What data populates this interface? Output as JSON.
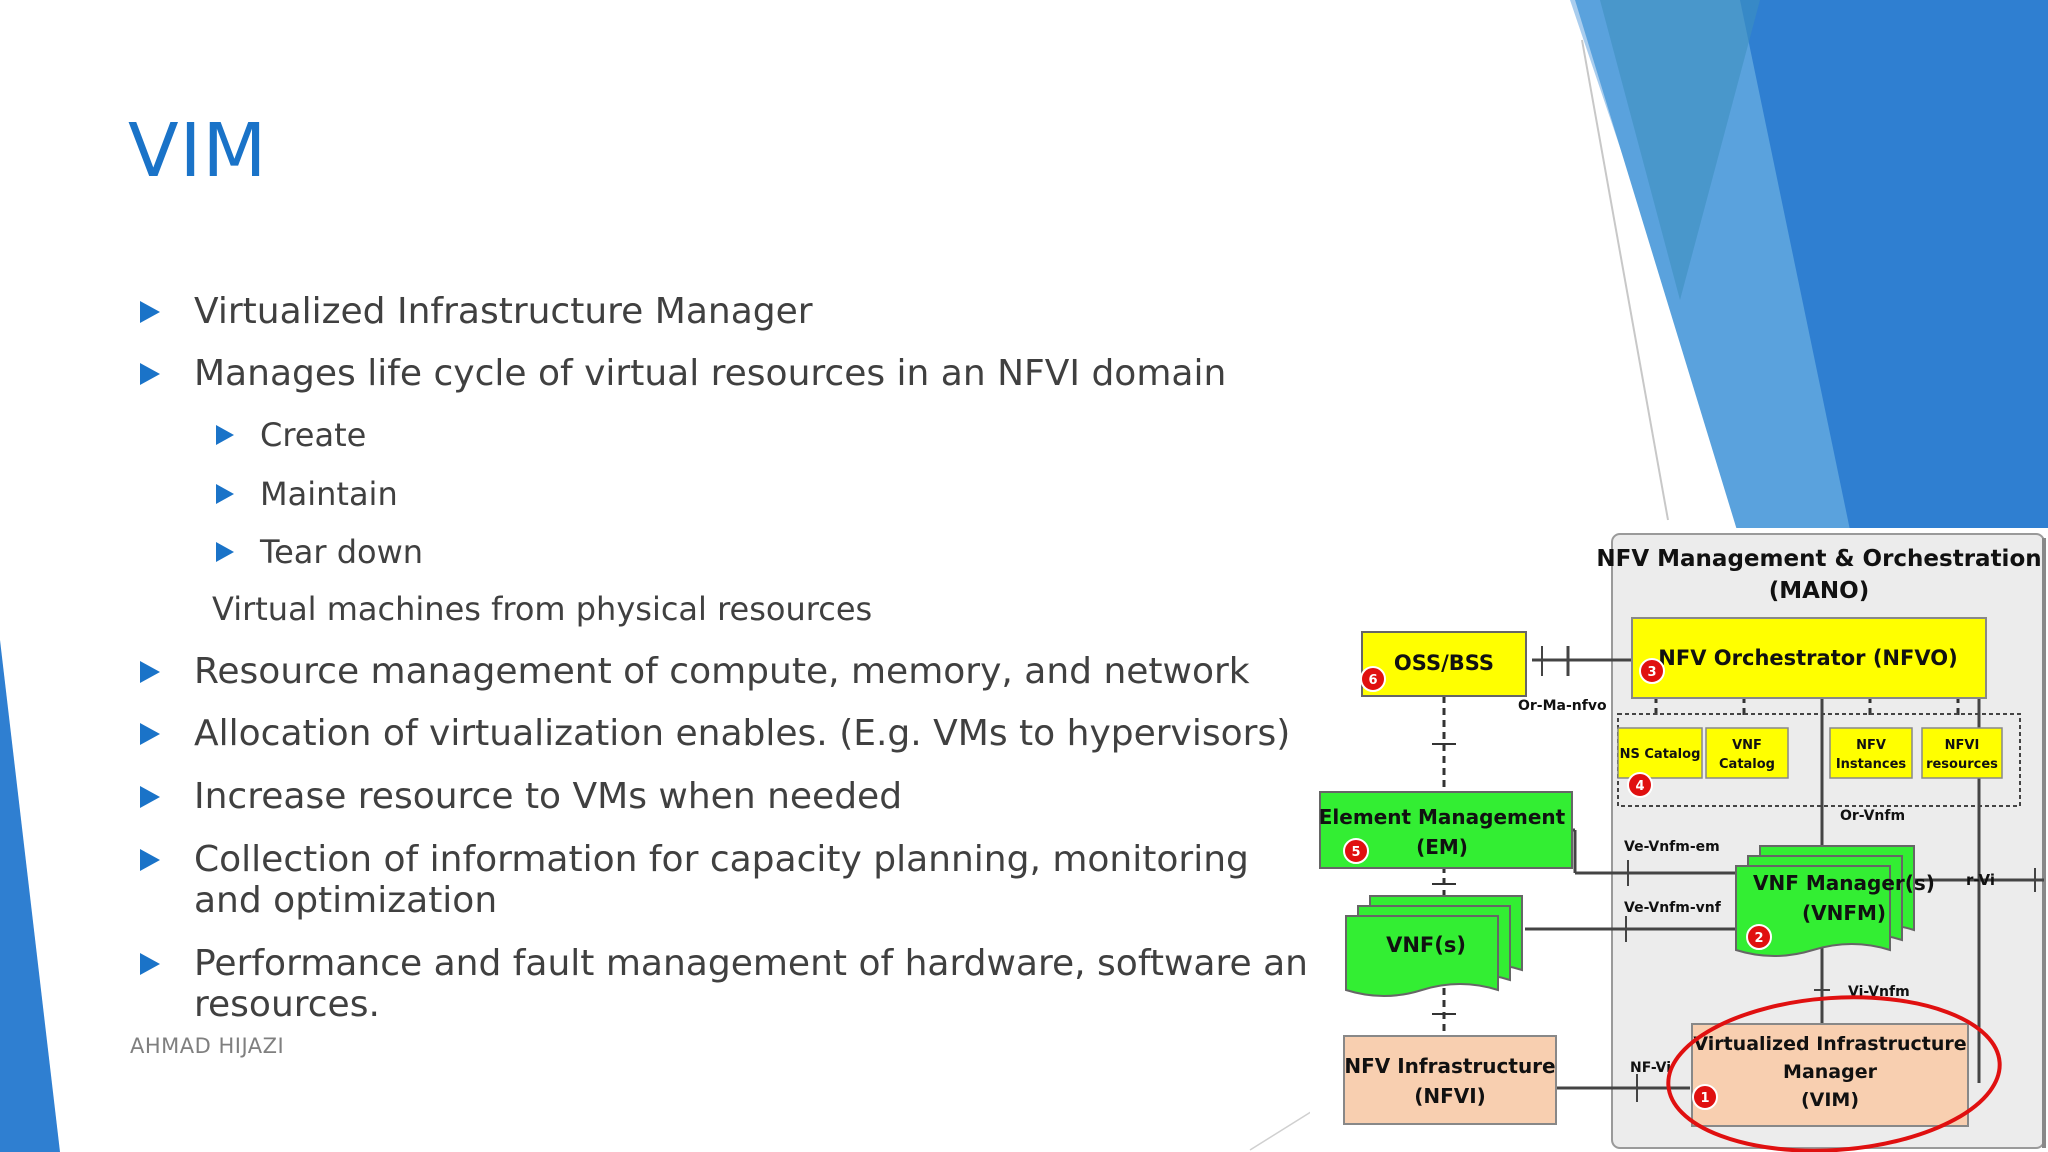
{
  "title": "VIM",
  "bullets": [
    "Virtualized Infrastructure Manager",
    "Manages life cycle of virtual resources in an NFVI domain",
    "Resource management of compute, memory, and network",
    "Allocation of virtualization enables. (E.g. VMs to hypervisors)",
    "Increase resource to VMs when needed",
    "Collection of information for capacity planning, monitoring",
    "and optimization",
    "Performance and fault management of hardware, software and vi",
    "resources."
  ],
  "sub_bullets": [
    "Create",
    "Maintain",
    "Tear down"
  ],
  "note": "Virtual machines from physical resources",
  "footer": "AHMAD HIJAZI",
  "diagram": {
    "mano_title_1": "NFV Management & Orchestration",
    "mano_title_2": "(MANO)",
    "oss_bss": "OSS/BSS",
    "nfvo": "NFV Orchestrator (NFVO)",
    "ns_catalog": "NS Catalog",
    "vnf_catalog_1": "VNF",
    "vnf_catalog_2": "Catalog",
    "nfv_instances_1": "NFV",
    "nfv_instances_2": "Instances",
    "nfvi_resources_1": "NFVI",
    "nfvi_resources_2": "resources",
    "em_1": "Element Management",
    "em_2": "(EM)",
    "vnfs": "VNF(s)",
    "vnfm_1": "VNF Manager(s)",
    "vnfm_2": "(VNFM)",
    "nfvi_1": "NFV Infrastructure",
    "nfvi_2": "(NFVI)",
    "vim_1": "Virtualized Infrastructure",
    "vim_2": "Manager",
    "vim_3": "(VIM)",
    "ref_or_ma_nfvo": "Or-Ma-nfvo",
    "ref_or_vnfm": "Or-Vnfm",
    "ref_ve_vnfm_em": "Ve-Vnfm-em",
    "ref_ve_vnfm_vnf": "Ve-Vnfm-vnf",
    "ref_or_vi": "r-Vi",
    "ref_vi_vnfm": "Vi-Vnfm",
    "ref_nf_vi": "NF-Vi",
    "badges": [
      "1",
      "2",
      "3",
      "4",
      "5",
      "6"
    ]
  },
  "colors": {
    "accent": "#1a73c8",
    "yellow_box": "#ffff00",
    "green_box": "#33ee33",
    "peach_box": "#f8cfb0",
    "badge_red": "#e01010",
    "highlight_ring": "#e01010"
  }
}
